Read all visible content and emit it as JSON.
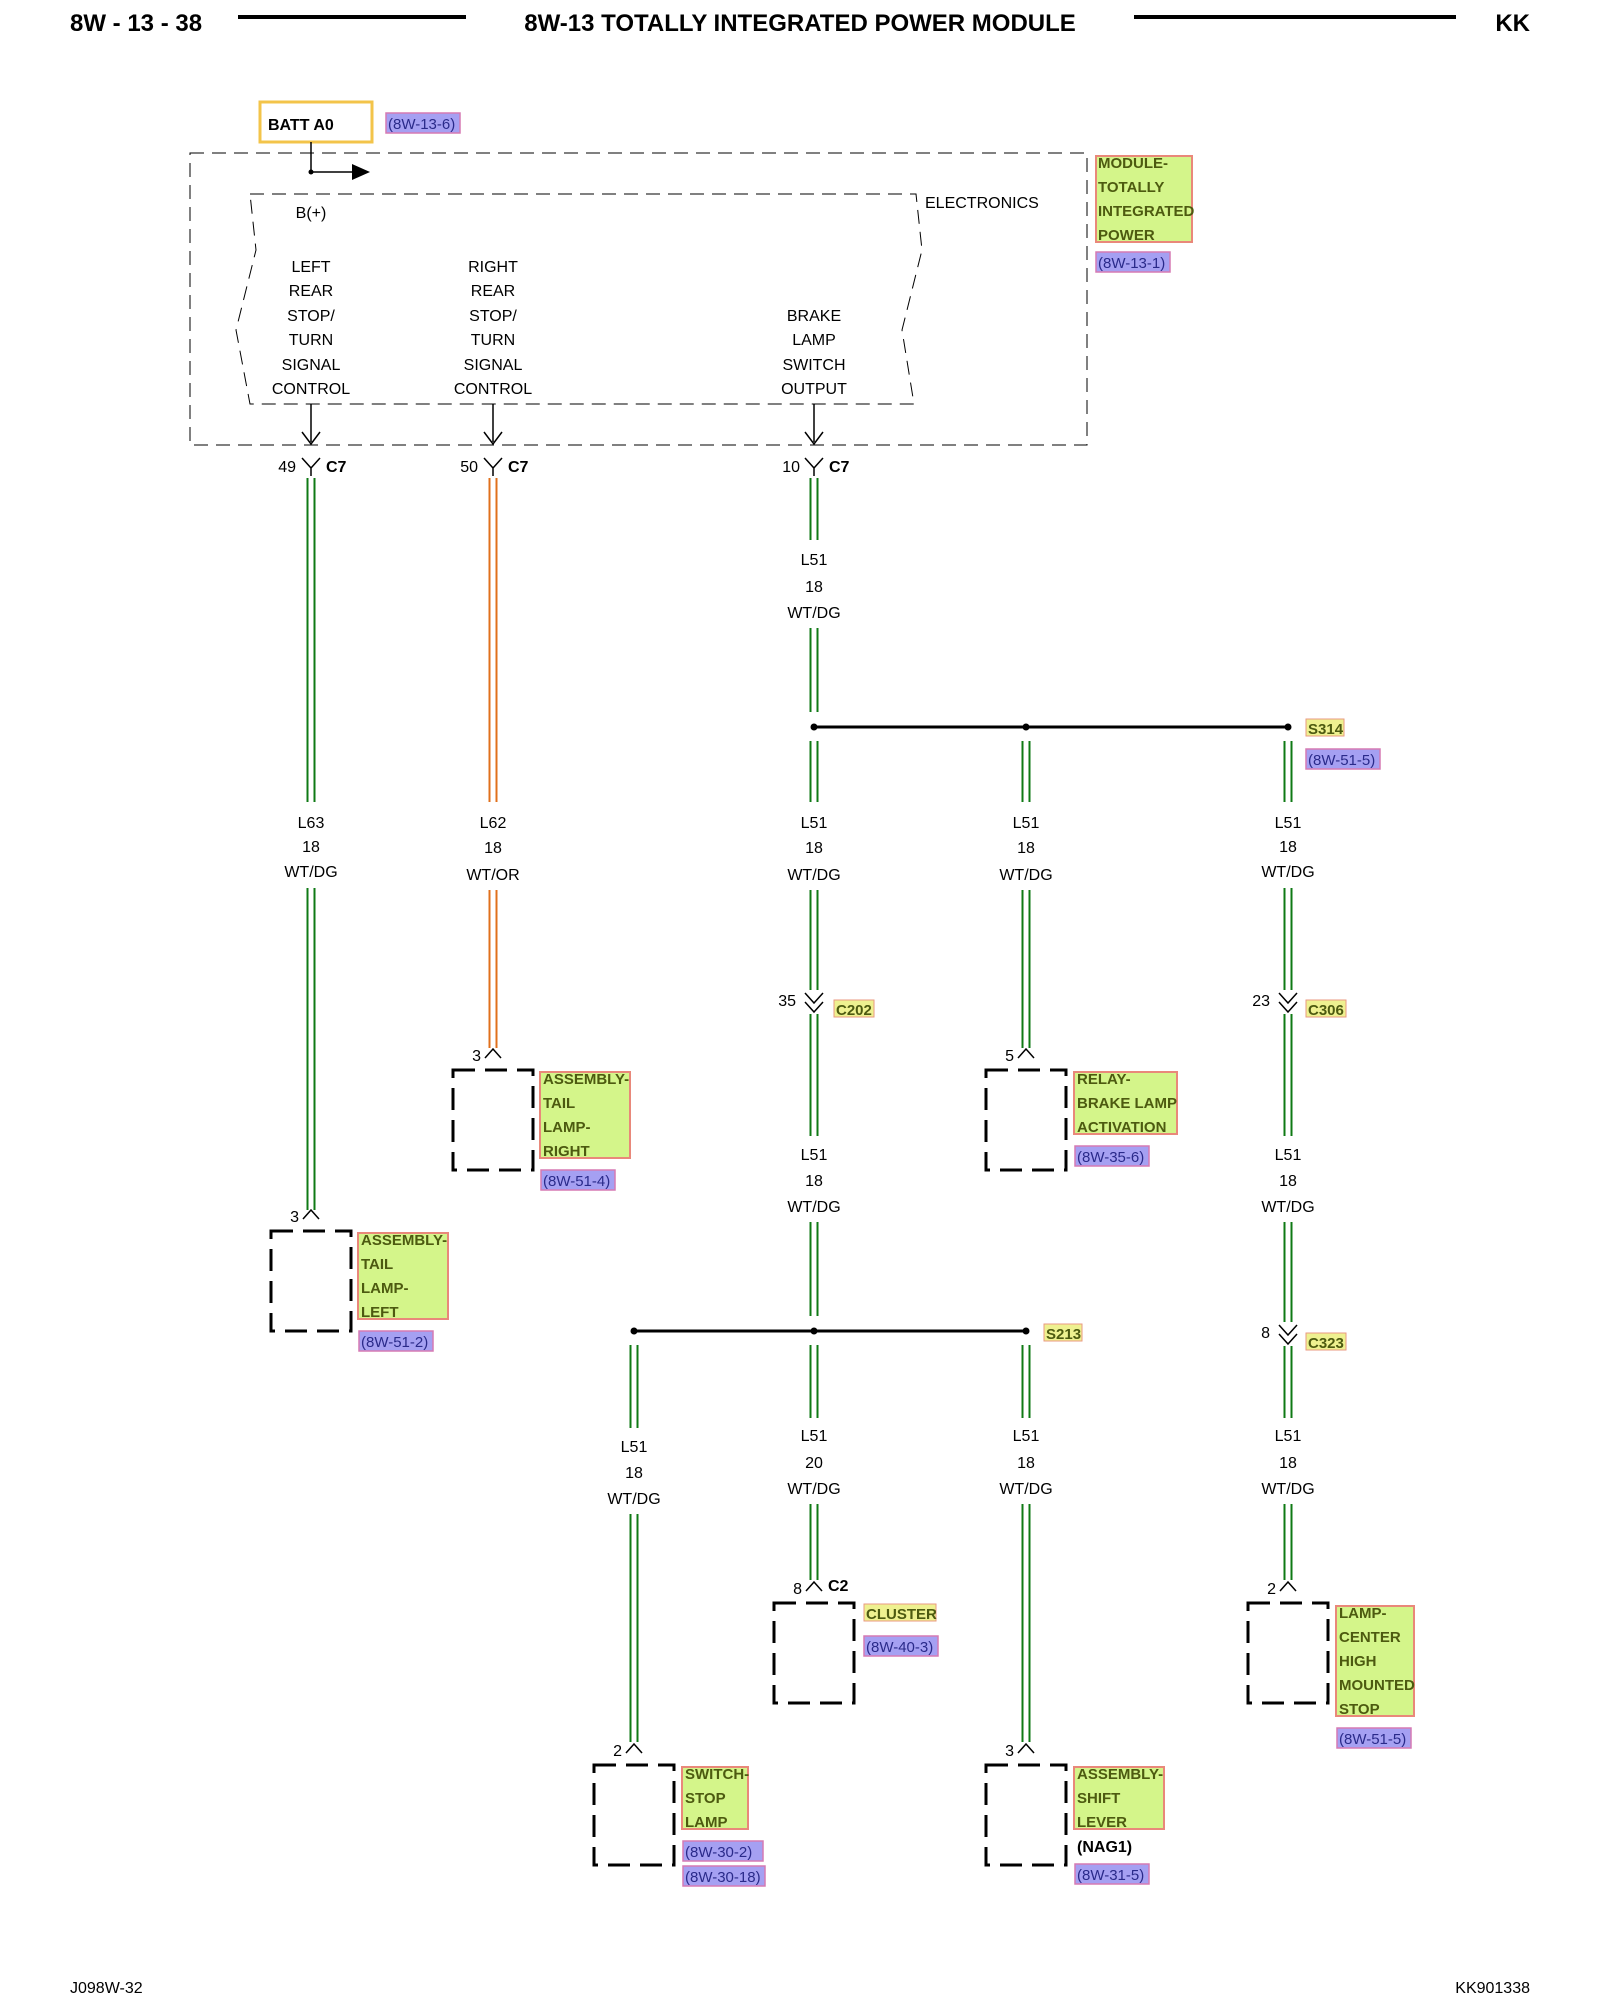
{
  "header": {
    "page_code": "8W - 13 - 38",
    "title": "8W-13 TOTALLY INTEGRATED POWER MODULE",
    "model_code": "KK"
  },
  "footer": {
    "left_code": "J098W-32",
    "right_code": "KK901338"
  },
  "power_source": {
    "label": "BATT A0",
    "ref": "(8W-13-6)",
    "bplus": "B(+)"
  },
  "module": {
    "electronics_label": "ELECTRONICS",
    "component_lines": [
      "MODULE-",
      "TOTALLY",
      "INTEGRATED",
      "POWER"
    ],
    "ref": "(8W-13-1)",
    "outputs": [
      {
        "lines": [
          "LEFT",
          "REAR",
          "STOP/",
          "TURN",
          "SIGNAL",
          "CONTROL"
        ],
        "pin": "49",
        "connector": "C7"
      },
      {
        "lines": [
          "RIGHT",
          "REAR",
          "STOP/",
          "TURN",
          "SIGNAL",
          "CONTROL"
        ],
        "pin": "50",
        "connector": "C7"
      },
      {
        "lines": [
          "BRAKE",
          "LAMP",
          "SWITCH",
          "OUTPUT"
        ],
        "pin": "10",
        "connector": "C7"
      }
    ]
  },
  "wires": {
    "trunk": {
      "circuit": "L51",
      "gauge": "18",
      "color": "WT/DG"
    },
    "left_tail": {
      "circuit": "L63",
      "gauge": "18",
      "color": "WT/DG"
    },
    "right_tail": {
      "circuit": "L62",
      "gauge": "18",
      "color": "WT/OR"
    },
    "s314_center": {
      "circuit": "L51",
      "gauge": "18",
      "color": "WT/DG"
    },
    "s314_relay": {
      "circuit": "L51",
      "gauge": "18",
      "color": "WT/DG"
    },
    "s314_right": {
      "circuit": "L51",
      "gauge": "18",
      "color": "WT/DG"
    },
    "c202_after": {
      "circuit": "L51",
      "gauge": "18",
      "color": "WT/DG"
    },
    "c306_after": {
      "circuit": "L51",
      "gauge": "18",
      "color": "WT/DG"
    },
    "s213_left": {
      "circuit": "L51",
      "gauge": "18",
      "color": "WT/DG"
    },
    "s213_center": {
      "circuit": "L51",
      "gauge": "20",
      "color": "WT/DG"
    },
    "s213_right": {
      "circuit": "L51",
      "gauge": "18",
      "color": "WT/DG"
    },
    "c323_after": {
      "circuit": "L51",
      "gauge": "18",
      "color": "WT/DG"
    }
  },
  "splices": {
    "s314": {
      "label": "S314",
      "ref": "(8W-51-5)"
    },
    "s213": {
      "label": "S213"
    }
  },
  "inline_connectors": {
    "c202": {
      "pin": "35",
      "label": "C202"
    },
    "c306": {
      "pin": "23",
      "label": "C306"
    },
    "c323": {
      "pin": "8",
      "label": "C323"
    }
  },
  "components": {
    "tail_lamp_right": {
      "pin": "3",
      "lines": [
        "ASSEMBLY-",
        "TAIL",
        "LAMP-",
        "RIGHT"
      ],
      "ref": "(8W-51-4)"
    },
    "tail_lamp_left": {
      "pin": "3",
      "lines": [
        "ASSEMBLY-",
        "TAIL",
        "LAMP-",
        "LEFT"
      ],
      "ref": "(8W-51-2)"
    },
    "relay_brake": {
      "pin": "5",
      "lines": [
        "RELAY-",
        "BRAKE LAMP",
        "ACTIVATION"
      ],
      "ref": "(8W-35-6)"
    },
    "cluster": {
      "pin": "8",
      "connector": "C2",
      "lines": [
        "CLUSTER"
      ],
      "ref": "(8W-40-3)"
    },
    "chmsl": {
      "pin": "2",
      "lines": [
        "LAMP-",
        "CENTER",
        "HIGH",
        "MOUNTED",
        "STOP"
      ],
      "ref": "(8W-51-5)"
    },
    "stop_switch": {
      "pin": "2",
      "lines": [
        "SWITCH-",
        "STOP",
        "LAMP"
      ],
      "refs": [
        "(8W-30-2)",
        "(8W-30-18)"
      ]
    },
    "shift_lever": {
      "pin": "3",
      "lines": [
        "ASSEMBLY-",
        "SHIFT",
        "LEVER"
      ],
      "note": "(NAG1)",
      "ref": "(8W-31-5)"
    }
  },
  "colors": {
    "wire_green": "#0f7a14",
    "wire_orange": "#e0701c",
    "component_box": "#d4f58a",
    "ref_box": "#a5a0f2",
    "splice_box": "#eef190",
    "batt_box_border": "#f3c44a"
  }
}
